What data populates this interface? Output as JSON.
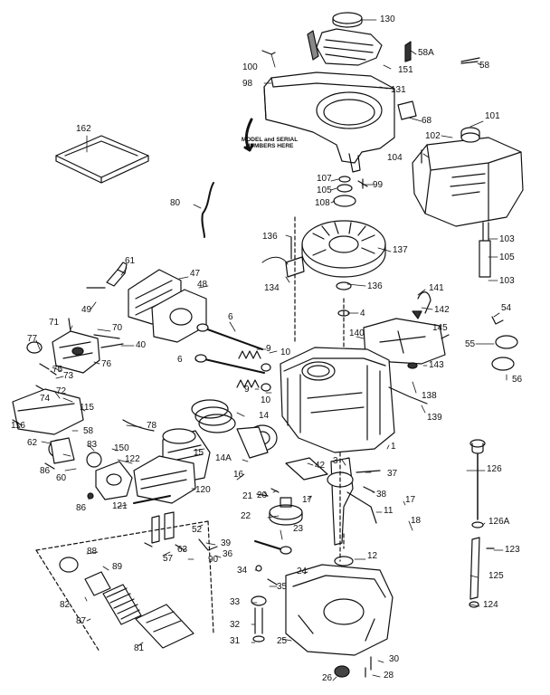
{
  "diagram": {
    "note_line1": "MODEL and SERIAL",
    "note_line2": "NUMBERS HERE",
    "parts": [
      {
        "label": "130"
      },
      {
        "label": "58A"
      },
      {
        "label": "58"
      },
      {
        "label": "100"
      },
      {
        "label": "151"
      },
      {
        "label": "98"
      },
      {
        "label": "131"
      },
      {
        "label": "162"
      },
      {
        "label": "68"
      },
      {
        "label": "101"
      },
      {
        "label": "102"
      },
      {
        "label": "104"
      },
      {
        "label": "107"
      },
      {
        "label": "105"
      },
      {
        "label": "99"
      },
      {
        "label": "108"
      },
      {
        "label": "80"
      },
      {
        "label": "136"
      },
      {
        "label": "137"
      },
      {
        "label": "103"
      },
      {
        "label": "105"
      },
      {
        "label": "103"
      },
      {
        "label": "134"
      },
      {
        "label": "136"
      },
      {
        "label": "61"
      },
      {
        "label": "47"
      },
      {
        "label": "48"
      },
      {
        "label": "49"
      },
      {
        "label": "141"
      },
      {
        "label": "142"
      },
      {
        "label": "4"
      },
      {
        "label": "6"
      },
      {
        "label": "54"
      },
      {
        "label": "71"
      },
      {
        "label": "70"
      },
      {
        "label": "145"
      },
      {
        "label": "140"
      },
      {
        "label": "55"
      },
      {
        "label": "77"
      },
      {
        "label": "40"
      },
      {
        "label": "9"
      },
      {
        "label": "10"
      },
      {
        "label": "76"
      },
      {
        "label": "75"
      },
      {
        "label": "73"
      },
      {
        "label": "6"
      },
      {
        "label": "143"
      },
      {
        "label": "56"
      },
      {
        "label": "72"
      },
      {
        "label": "9"
      },
      {
        "label": "10"
      },
      {
        "label": "138"
      },
      {
        "label": "74"
      },
      {
        "label": "115"
      },
      {
        "label": "14"
      },
      {
        "label": "139"
      },
      {
        "label": "78"
      },
      {
        "label": "116"
      },
      {
        "label": "58"
      },
      {
        "label": "62"
      },
      {
        "label": "83"
      },
      {
        "label": "150"
      },
      {
        "label": "15"
      },
      {
        "label": "1"
      },
      {
        "label": "86"
      },
      {
        "label": "60"
      },
      {
        "label": "122"
      },
      {
        "label": "14A"
      },
      {
        "label": "42"
      },
      {
        "label": "3"
      },
      {
        "label": "37"
      },
      {
        "label": "126"
      },
      {
        "label": "16"
      },
      {
        "label": "120"
      },
      {
        "label": "38"
      },
      {
        "label": "86"
      },
      {
        "label": "21"
      },
      {
        "label": "20"
      },
      {
        "label": "17"
      },
      {
        "label": "17"
      },
      {
        "label": "121"
      },
      {
        "label": "22"
      },
      {
        "label": "11"
      },
      {
        "label": "18"
      },
      {
        "label": "52"
      },
      {
        "label": "126A"
      },
      {
        "label": "23"
      },
      {
        "label": "39"
      },
      {
        "label": "88"
      },
      {
        "label": "57"
      },
      {
        "label": "63"
      },
      {
        "label": "36"
      },
      {
        "label": "90"
      },
      {
        "label": "12"
      },
      {
        "label": "123"
      },
      {
        "label": "89"
      },
      {
        "label": "34"
      },
      {
        "label": "24"
      },
      {
        "label": "125"
      },
      {
        "label": "35"
      },
      {
        "label": "82"
      },
      {
        "label": "33"
      },
      {
        "label": "124"
      },
      {
        "label": "87"
      },
      {
        "label": "32"
      },
      {
        "label": "25"
      },
      {
        "label": "81"
      },
      {
        "label": "31"
      },
      {
        "label": "30"
      },
      {
        "label": "26"
      },
      {
        "label": "28"
      }
    ]
  }
}
